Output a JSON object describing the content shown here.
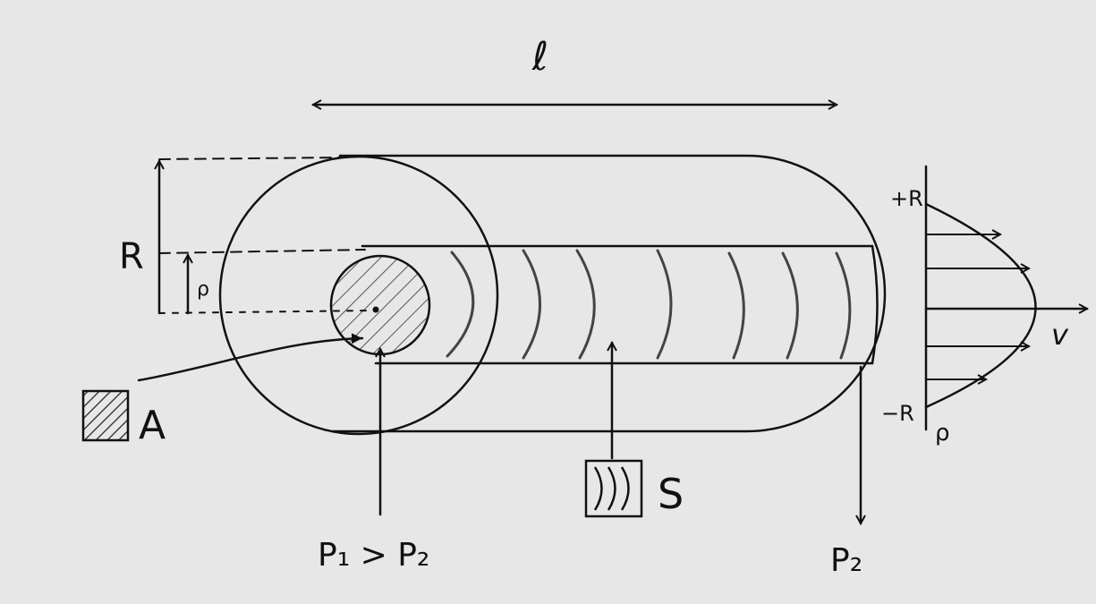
{
  "labels": {
    "length": "ℓ",
    "outer_radius": "R",
    "inner_radius": "ρ",
    "area_legend": "A",
    "surface_legend": "S",
    "inlet_pressure": "P₁ > P₂",
    "outlet_pressure": "P₂",
    "profile_top": "+R",
    "profile_bottom": "−R",
    "profile_rho_axis": "ρ",
    "profile_v_axis": "v"
  },
  "colors": {
    "background": "#e7e7e7",
    "ink": "#111111",
    "hatch": "#555555"
  },
  "icons": {
    "area_legend": "hatched-square-icon",
    "surface_legend": "arc-lines-square-icon"
  }
}
